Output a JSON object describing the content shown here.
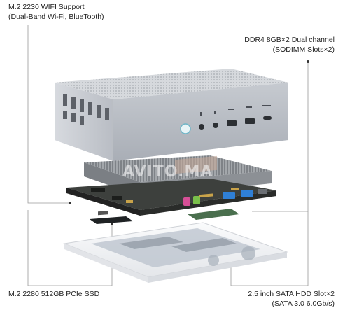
{
  "callouts": {
    "wifi": {
      "line1": "M.2 2230 WIFI Support",
      "line2": "(Dual-Band Wi-Fi, BlueTooth)"
    },
    "ram": {
      "line1": "DDR4 8GB×2 Dual channel",
      "line2": "(SODIMM Slots×2)"
    },
    "ssd": {
      "line1": "M.2 2280 512GB PCIe SSD"
    },
    "hdd": {
      "line1": "2.5 inch SATA HDD Slot×2",
      "line2": "(SATA 3.0 6.0Gb/s)"
    }
  },
  "watermark": "AVITO.MA",
  "colors": {
    "chassis": "#c9ccd1",
    "chassis_top": "#dcdfe3",
    "front_panel": "#b7bbc2",
    "board": "#3a3d3a",
    "heatsink": "#9ea2a6",
    "base": "#f2f3f5",
    "usb_blue": "#2f7fd6",
    "audio_pink": "#d64f96",
    "audio_green": "#79c04a",
    "callout_line": "#9a9a9a"
  }
}
